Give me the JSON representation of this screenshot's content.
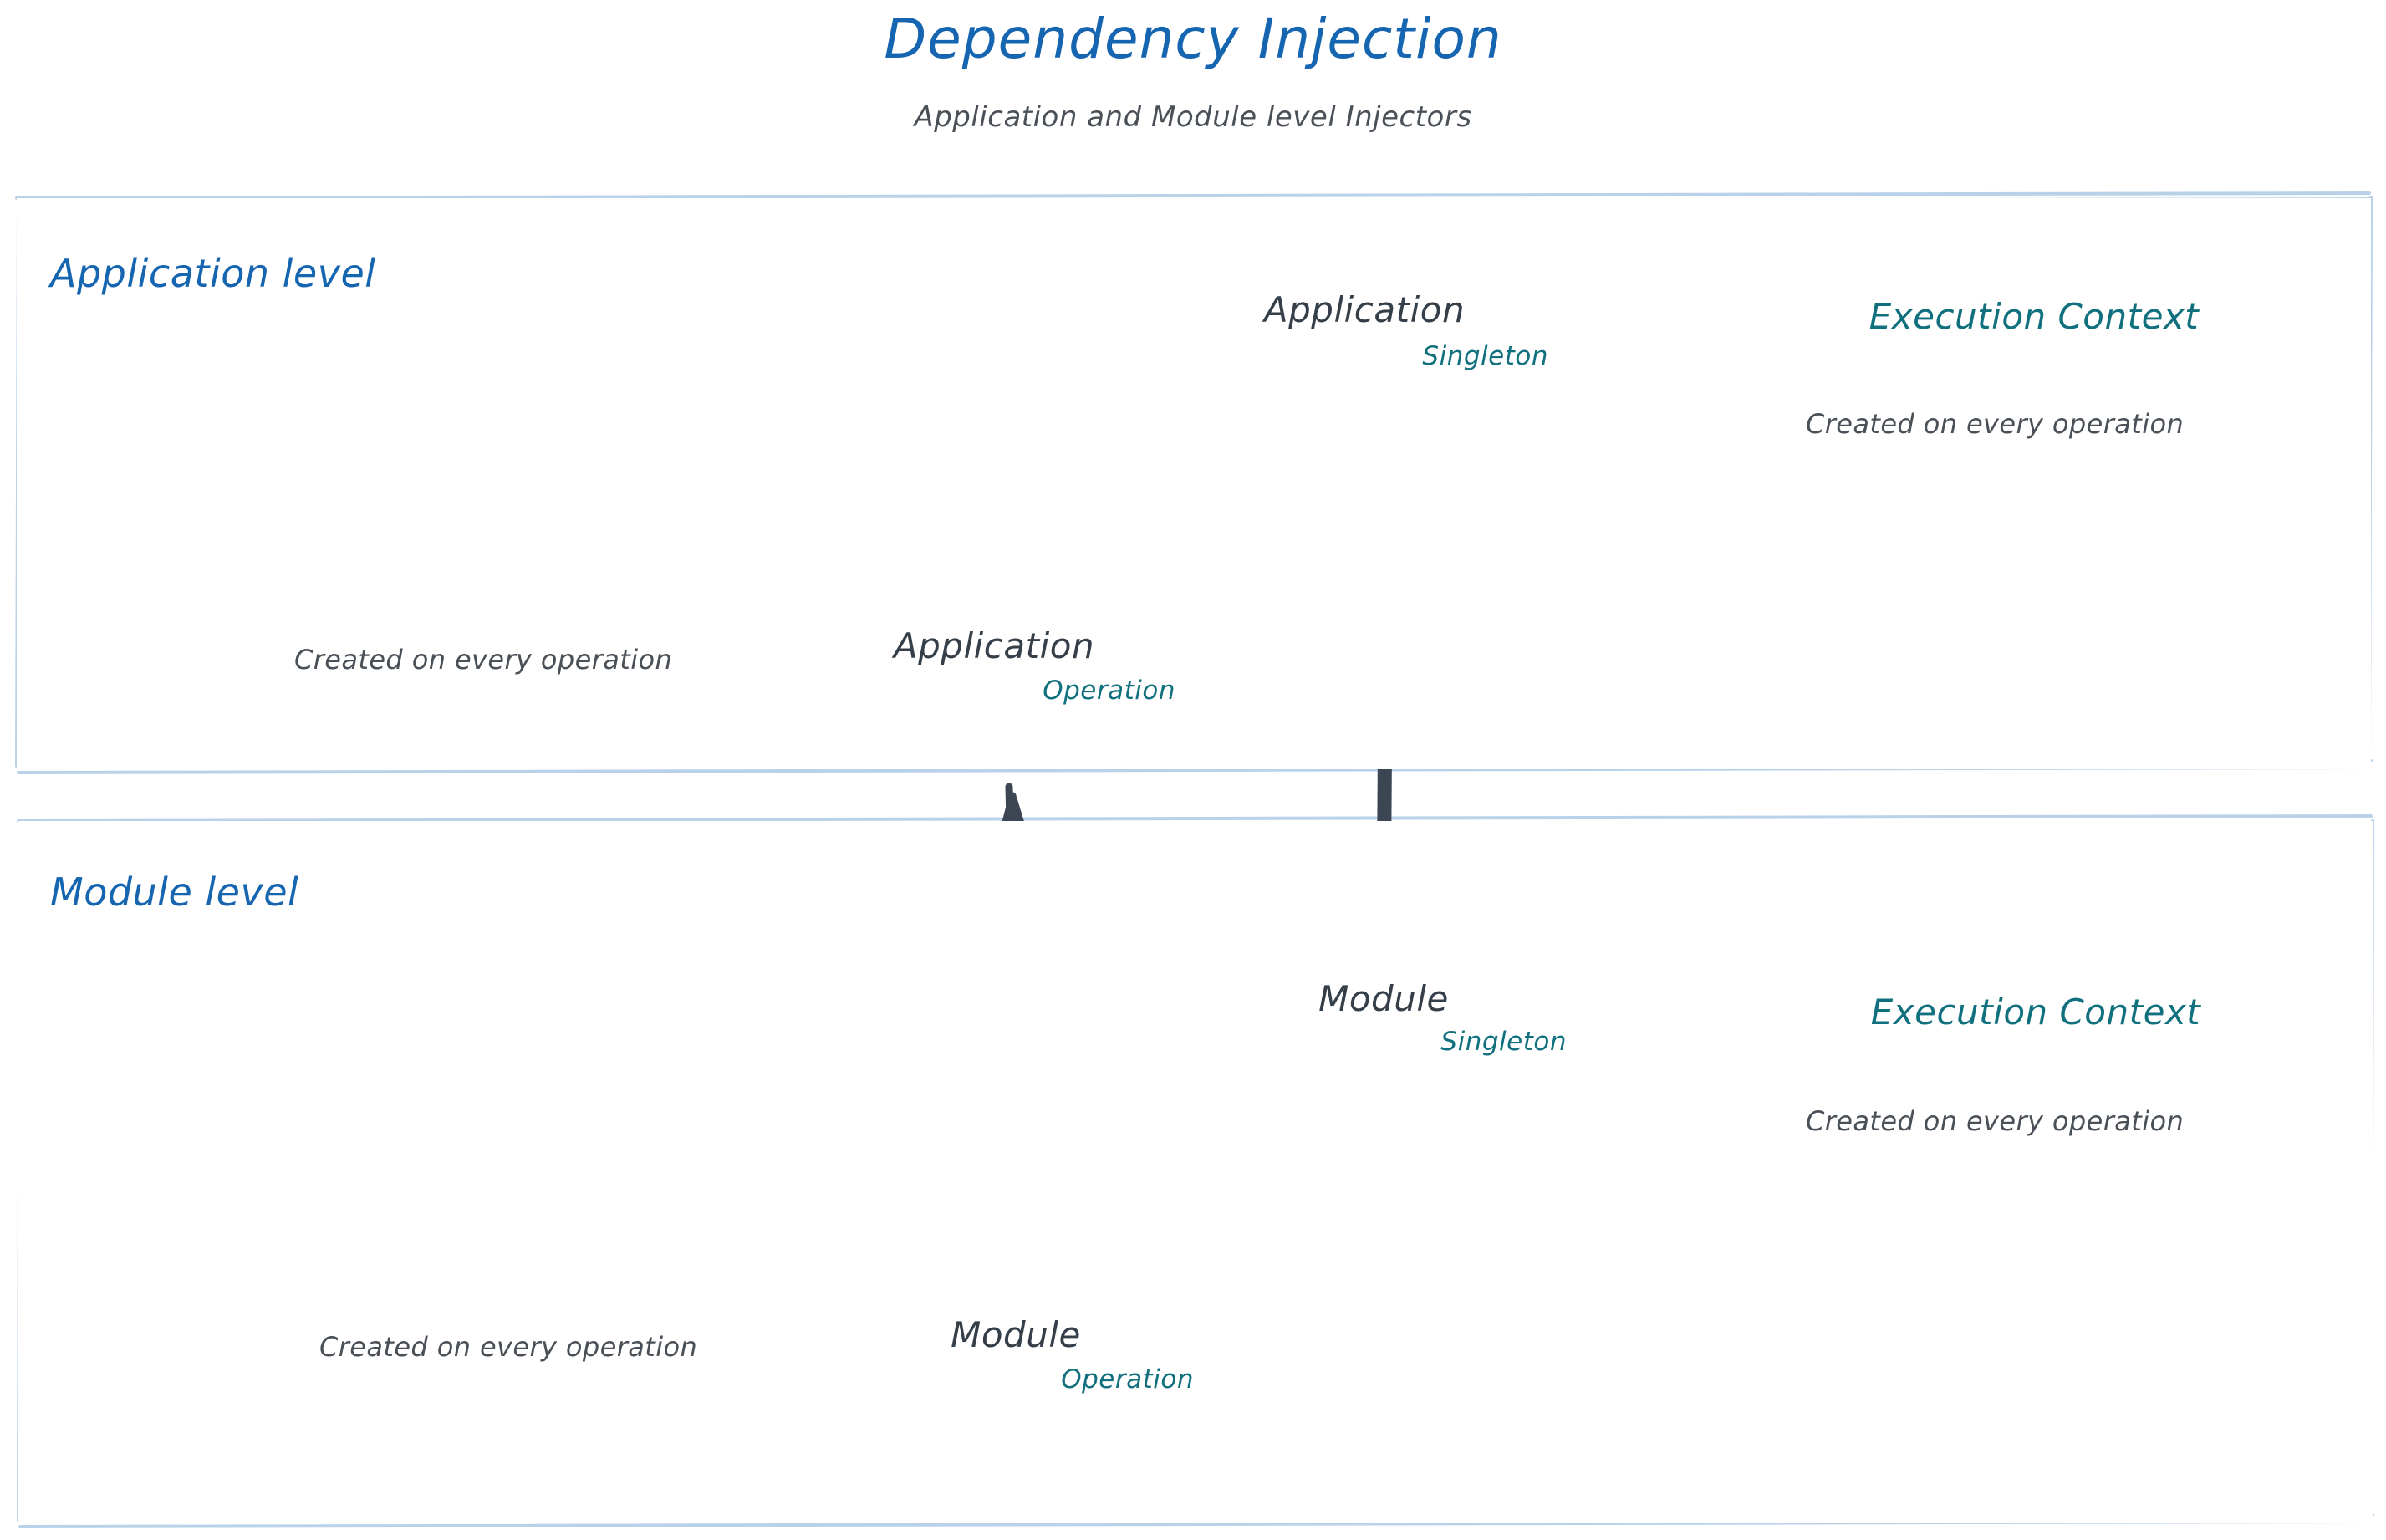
{
  "header": {
    "title": "Dependency Injection",
    "subtitle": "Application and Module level Injectors"
  },
  "colors": {
    "title_blue": "#1565b0",
    "lane_border": "#b9d2ea",
    "node_stroke": "#3c4653",
    "teal": "#11707e",
    "text_gray": "#4a5057"
  },
  "lanes": [
    {
      "id": "application-level",
      "label": "Application level",
      "nodes": [
        {
          "id": "application-singleton",
          "title": "Application",
          "scope": "Singleton"
        },
        {
          "id": "application-operation",
          "title": "Application",
          "scope": "Operation",
          "note": "Created on every operation"
        }
      ],
      "context": {
        "id": "application-execution-context",
        "title": "Execution Context",
        "note": "Created on every operation"
      }
    },
    {
      "id": "module-level",
      "label": "Module level",
      "nodes": [
        {
          "id": "module-singleton",
          "title": "Module",
          "scope": "Singleton"
        },
        {
          "id": "module-operation",
          "title": "Module",
          "scope": "Operation",
          "note": "Created on every operation"
        }
      ],
      "context": {
        "id": "module-execution-context",
        "title": "Execution Context",
        "note": "Created on every operation"
      }
    }
  ],
  "connectors": [
    {
      "id": "app-operation-to-app-singleton",
      "style": "sketch-arrow-dark"
    },
    {
      "id": "module-singleton-to-app-singleton",
      "style": "sketch-arrow-dark"
    },
    {
      "id": "module-operation-to-app-operation",
      "style": "sketch-arrow-dark"
    },
    {
      "id": "module-operation-to-module-singleton",
      "style": "sketch-arrow-dark"
    },
    {
      "id": "app-singleton-to-app-execution-context",
      "style": "sketch-arrow-teal"
    },
    {
      "id": "module-singleton-to-module-execution-context",
      "style": "sketch-arrow-teal"
    }
  ]
}
